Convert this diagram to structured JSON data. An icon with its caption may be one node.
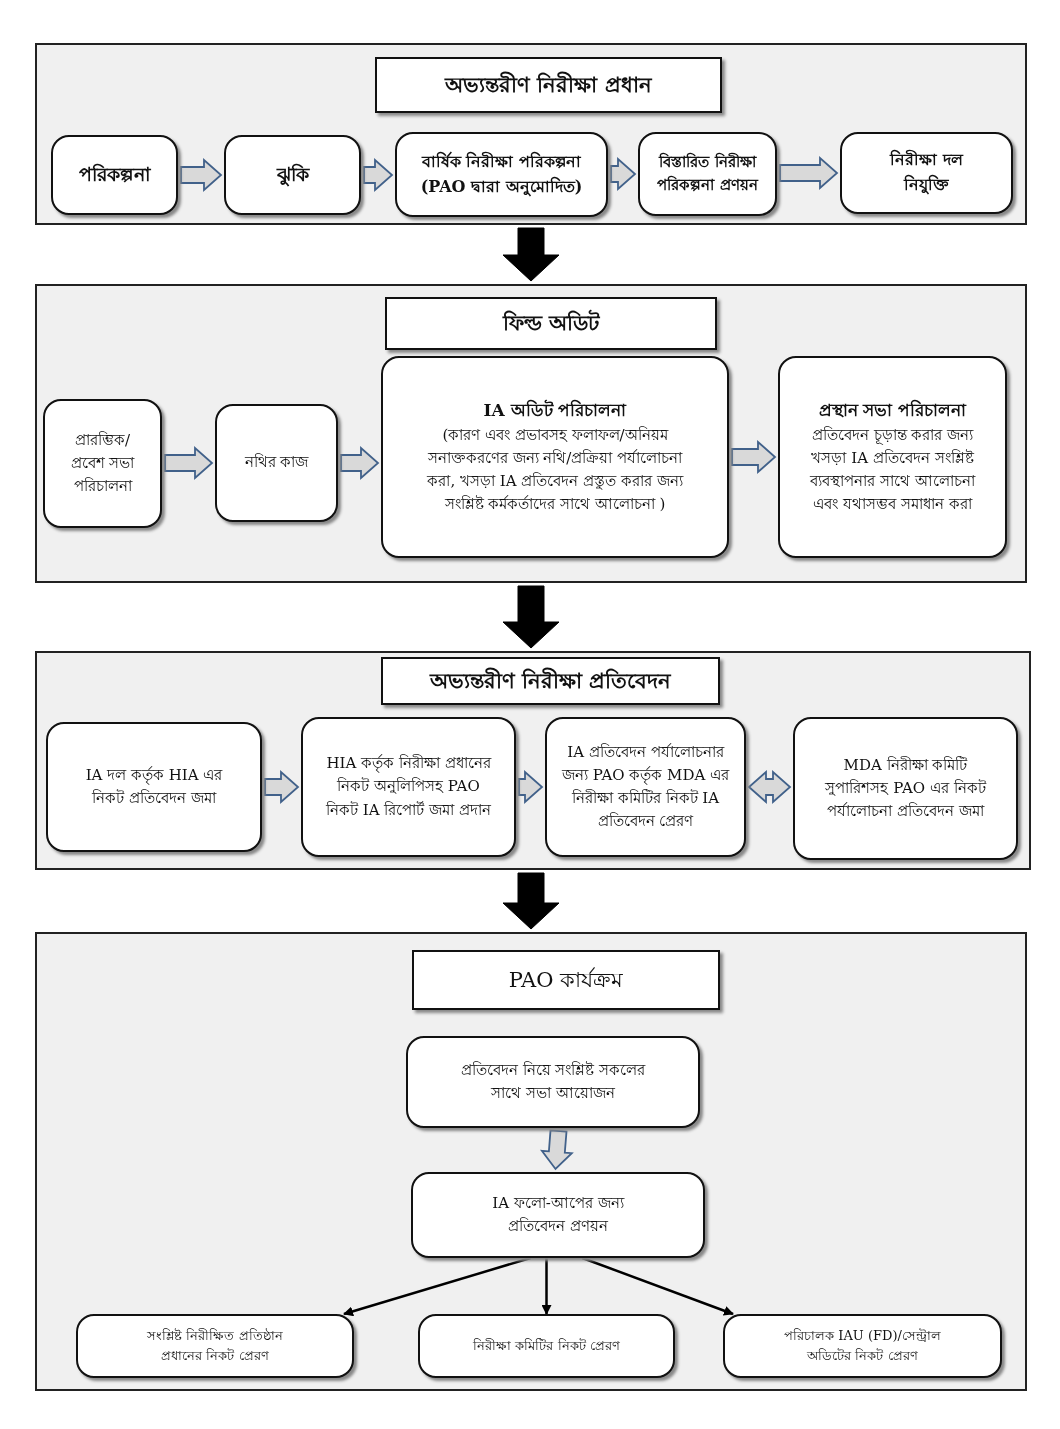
{
  "diagram": {
    "nodes": [
      {
        "text": [],
        "shape": "box"
      },
      {
        "text": [
          "অভ্যন্তরীণ নিরীক্ষা প্রধান"
        ],
        "in": 0
      },
      {
        "text": [
          "পরিকল্পনা"
        ],
        "in": 0
      },
      {
        "text": [
          "ঝুকি"
        ],
        "in": 0
      },
      {
        "text": [
          "বার্ষিক নিরীক্ষা পরিকল্পনা (PAO দ্বারা অনুমোদিত)"
        ],
        "in": 0
      },
      {
        "text": [
          "বিস্তারিত নিরীক্ষা পরিকল্পনা প্রণয়ন"
        ],
        "in": 0
      },
      {
        "text": [
          "নিরীক্ষা দল নিযুক্তি"
        ],
        "in": 0
      },
      {
        "text": [],
        "shape": "box"
      },
      {
        "text": [
          "ফিল্ড অডিট"
        ],
        "in": 7
      },
      {
        "text": [
          "প্রারম্ভিক/ প্রবেশ সভা পরিচালনা"
        ],
        "in": 7
      },
      {
        "text": [
          "নথির কাজ"
        ],
        "in": 7
      },
      {
        "text": [
          "IA অডিট পরিচালনা",
          "(কারণ এবং প্রভাবসহ ফলাফল/অনিয়ম সনাক্তকরণের জন্য নথি/প্রক্রিয়া পর্যালোচনা করা, খসড়া IA প্রতিবেদন প্রস্তুত করার জন্য সংশ্লিষ্ট কর্মকর্তাদের সাথে আলোচনা )"
        ],
        "in": 7
      },
      {
        "text": [
          "প্রস্থান সভা পরিচালনা",
          "প্রতিবেদন চূড়ান্ত করার জন্য খসড়া IA প্রতিবেদন সংশ্লিষ্ট ব্যবস্থাপনার সাথে আলোচনা এবং যথাসম্ভব সমাধান করা"
        ],
        "in": 7
      },
      {
        "text": [],
        "shape": "box"
      },
      {
        "text": [
          "অভ্যন্তরীণ নিরীক্ষা প্রতিবেদন"
        ],
        "in": 13
      },
      {
        "text": [
          "IA দল কর্তৃক HIA এর নিকট প্রতিবেদন জমা"
        ],
        "in": 13
      },
      {
        "text": [
          "HIA কর্তৃক নিরীক্ষা প্রধানের নিকট অনুলিপিসহ PAO নিকট IA রিপোর্ট জমা প্রদান"
        ],
        "in": 13
      },
      {
        "text": [
          "IA প্রতিবেদন পর্যালোচনার জন্য PAO কর্তৃক MDA এর নিরীক্ষা কমিটির নিকট IA প্রতিবেদন প্রেরণ"
        ],
        "in": 13
      },
      {
        "text": [
          "MDA নিরীক্ষা কমিটি সুপারিশসহ PAO এর নিকট পর্যালোচনা প্রতিবেদন জমা"
        ],
        "in": 13
      },
      {
        "text": [],
        "shape": "box"
      },
      {
        "text": [
          "PAO কার্যক্রম"
        ],
        "in": 19
      },
      {
        "text": [
          "প্রতিবেদন নিয়ে সংশ্লিষ্ট সকলের সাথে সভা আয়োজন"
        ],
        "in": 19
      },
      {
        "text": [
          "IA ফলো-আপের জন্য প্রতিবেদন প্রণয়ন"
        ],
        "in": 19
      },
      {
        "text": [
          "সংশ্লিষ্ট নিরীক্ষিত প্রতিষ্ঠান প্রধানের নিকট প্রেরণ"
        ],
        "in": 19
      },
      {
        "text": [
          "নিরীক্ষা কমিটির নিকট প্রেরণ"
        ],
        "in": 19
      },
      {
        "text": [
          "পরিচালক IAU (FD)/সেন্ট্রাল অডিটের নিকট প্রেরণ"
        ],
        "in": 19
      }
    ],
    "edges": [
      {
        "from": 2,
        "to": 3,
        "arrow": "to"
      },
      {
        "from": 3,
        "to": 4,
        "arrow": "to"
      },
      {
        "from": 4,
        "to": 5,
        "arrow": "to"
      },
      {
        "from": 5,
        "to": 6,
        "arrow": "to"
      },
      {
        "from": 0,
        "to": 7,
        "arrow": "to",
        "style": "thick",
        "color": "#000000"
      },
      {
        "from": 9,
        "to": 10,
        "arrow": "to"
      },
      {
        "from": 10,
        "to": 11,
        "arrow": "to"
      },
      {
        "from": 11,
        "to": 12,
        "arrow": "to"
      },
      {
        "from": 7,
        "to": 13,
        "arrow": "to",
        "style": "thick",
        "color": "#000000"
      },
      {
        "from": 15,
        "to": 16,
        "arrow": "to"
      },
      {
        "from": 16,
        "to": 17,
        "arrow": "to"
      },
      {
        "from": 17,
        "to": 18,
        "arrow": "both"
      },
      {
        "from": 13,
        "to": 19,
        "arrow": "to",
        "style": "thick",
        "color": "#000000"
      },
      {
        "from": 21,
        "to": 22,
        "arrow": "to"
      },
      {
        "from": 22,
        "to": 23,
        "arrow": "to",
        "color": "#000000"
      },
      {
        "from": 22,
        "to": 24,
        "arrow": "to",
        "color": "#000000"
      },
      {
        "from": 22,
        "to": 25,
        "arrow": "to",
        "color": "#000000"
      }
    ]
  }
}
